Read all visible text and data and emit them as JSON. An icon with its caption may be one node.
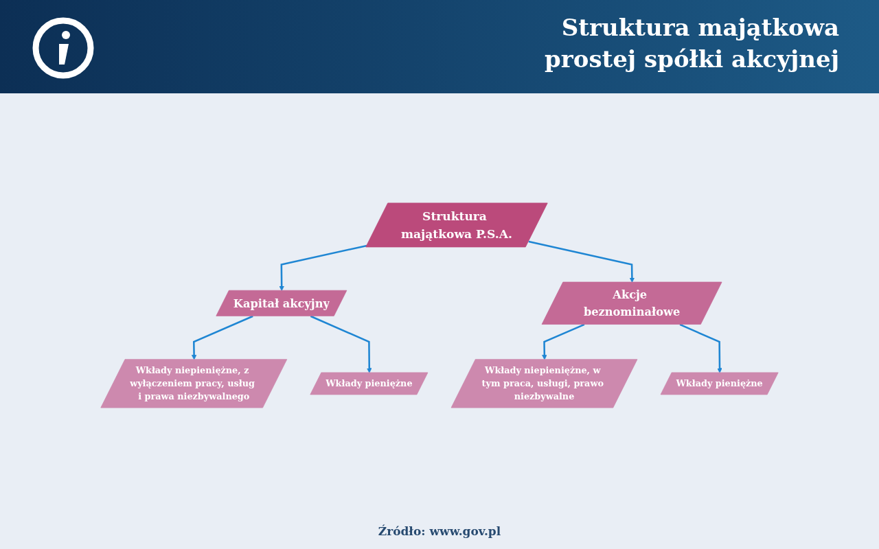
{
  "diagram": {
    "title": "Struktura majątkowa prostej spółki akcyjnej",
    "caption": "Źródło: www.gov.pl",
    "nodes": [
      {
        "text": [
          "Struktura majątkowa P.S.A."
        ]
      },
      {
        "text": [
          "Kapitał akcyjny"
        ]
      },
      {
        "text": [
          "Akcje beznominałowe"
        ]
      },
      {
        "text": [
          "Wkłady niepieniężne, z wyłączeniem pracy, usług i prawa niezbywalnego"
        ]
      },
      {
        "text": [
          "Wkłady pieniężne"
        ]
      },
      {
        "text": [
          "Wkłady niepieniężne, w tym praca, usługi, prawo niezbywalne"
        ]
      },
      {
        "text": [
          "Wkłady pieniężne"
        ]
      }
    ],
    "edges": [
      {
        "from": 0,
        "to": 1,
        "arrow": "to"
      },
      {
        "from": 0,
        "to": 2,
        "arrow": "to"
      },
      {
        "from": 1,
        "to": 3,
        "arrow": "to"
      },
      {
        "from": 1,
        "to": 4,
        "arrow": "to"
      },
      {
        "from": 2,
        "to": 5,
        "arrow": "to"
      },
      {
        "from": 2,
        "to": 6,
        "arrow": "to"
      }
    ]
  }
}
